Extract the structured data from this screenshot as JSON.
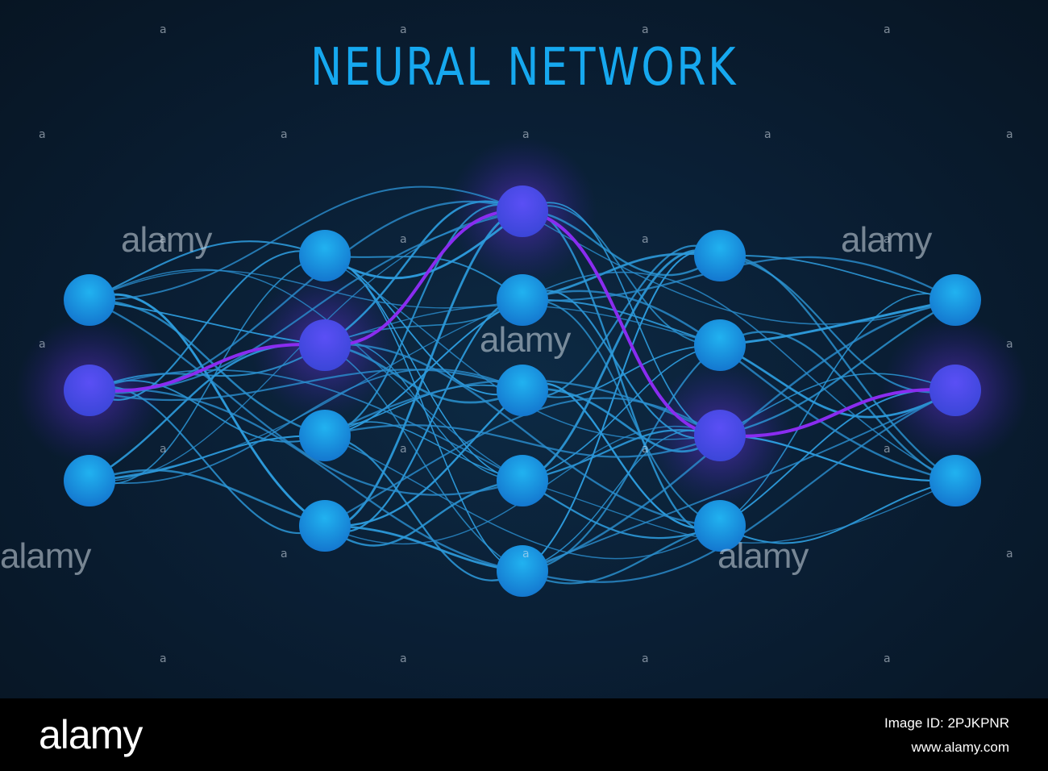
{
  "title": "NEURAL NETWORK",
  "watermark": {
    "mark": "a",
    "word": "alamy"
  },
  "footer": {
    "brand": "alamy",
    "image_id_label": "Image ID: 2PJKPNR",
    "site": "www.alamy.com"
  },
  "diagram": {
    "layers": [
      {
        "nodes": 3,
        "active": [
          1
        ]
      },
      {
        "nodes": 4,
        "active": [
          1
        ]
      },
      {
        "nodes": 5,
        "active": []
      },
      {
        "nodes": 4,
        "active": [
          2
        ]
      },
      {
        "nodes": 3,
        "active": [
          1
        ]
      }
    ],
    "extra_active": [
      "layer-3-top"
    ],
    "colors": {
      "node": "#19a3e6",
      "node_active": "#4b4df0",
      "edge": "#2d9bdc",
      "edge_active": "#8a2cf0",
      "glow": "#6a2ce8",
      "title": "#16a8ef"
    }
  }
}
